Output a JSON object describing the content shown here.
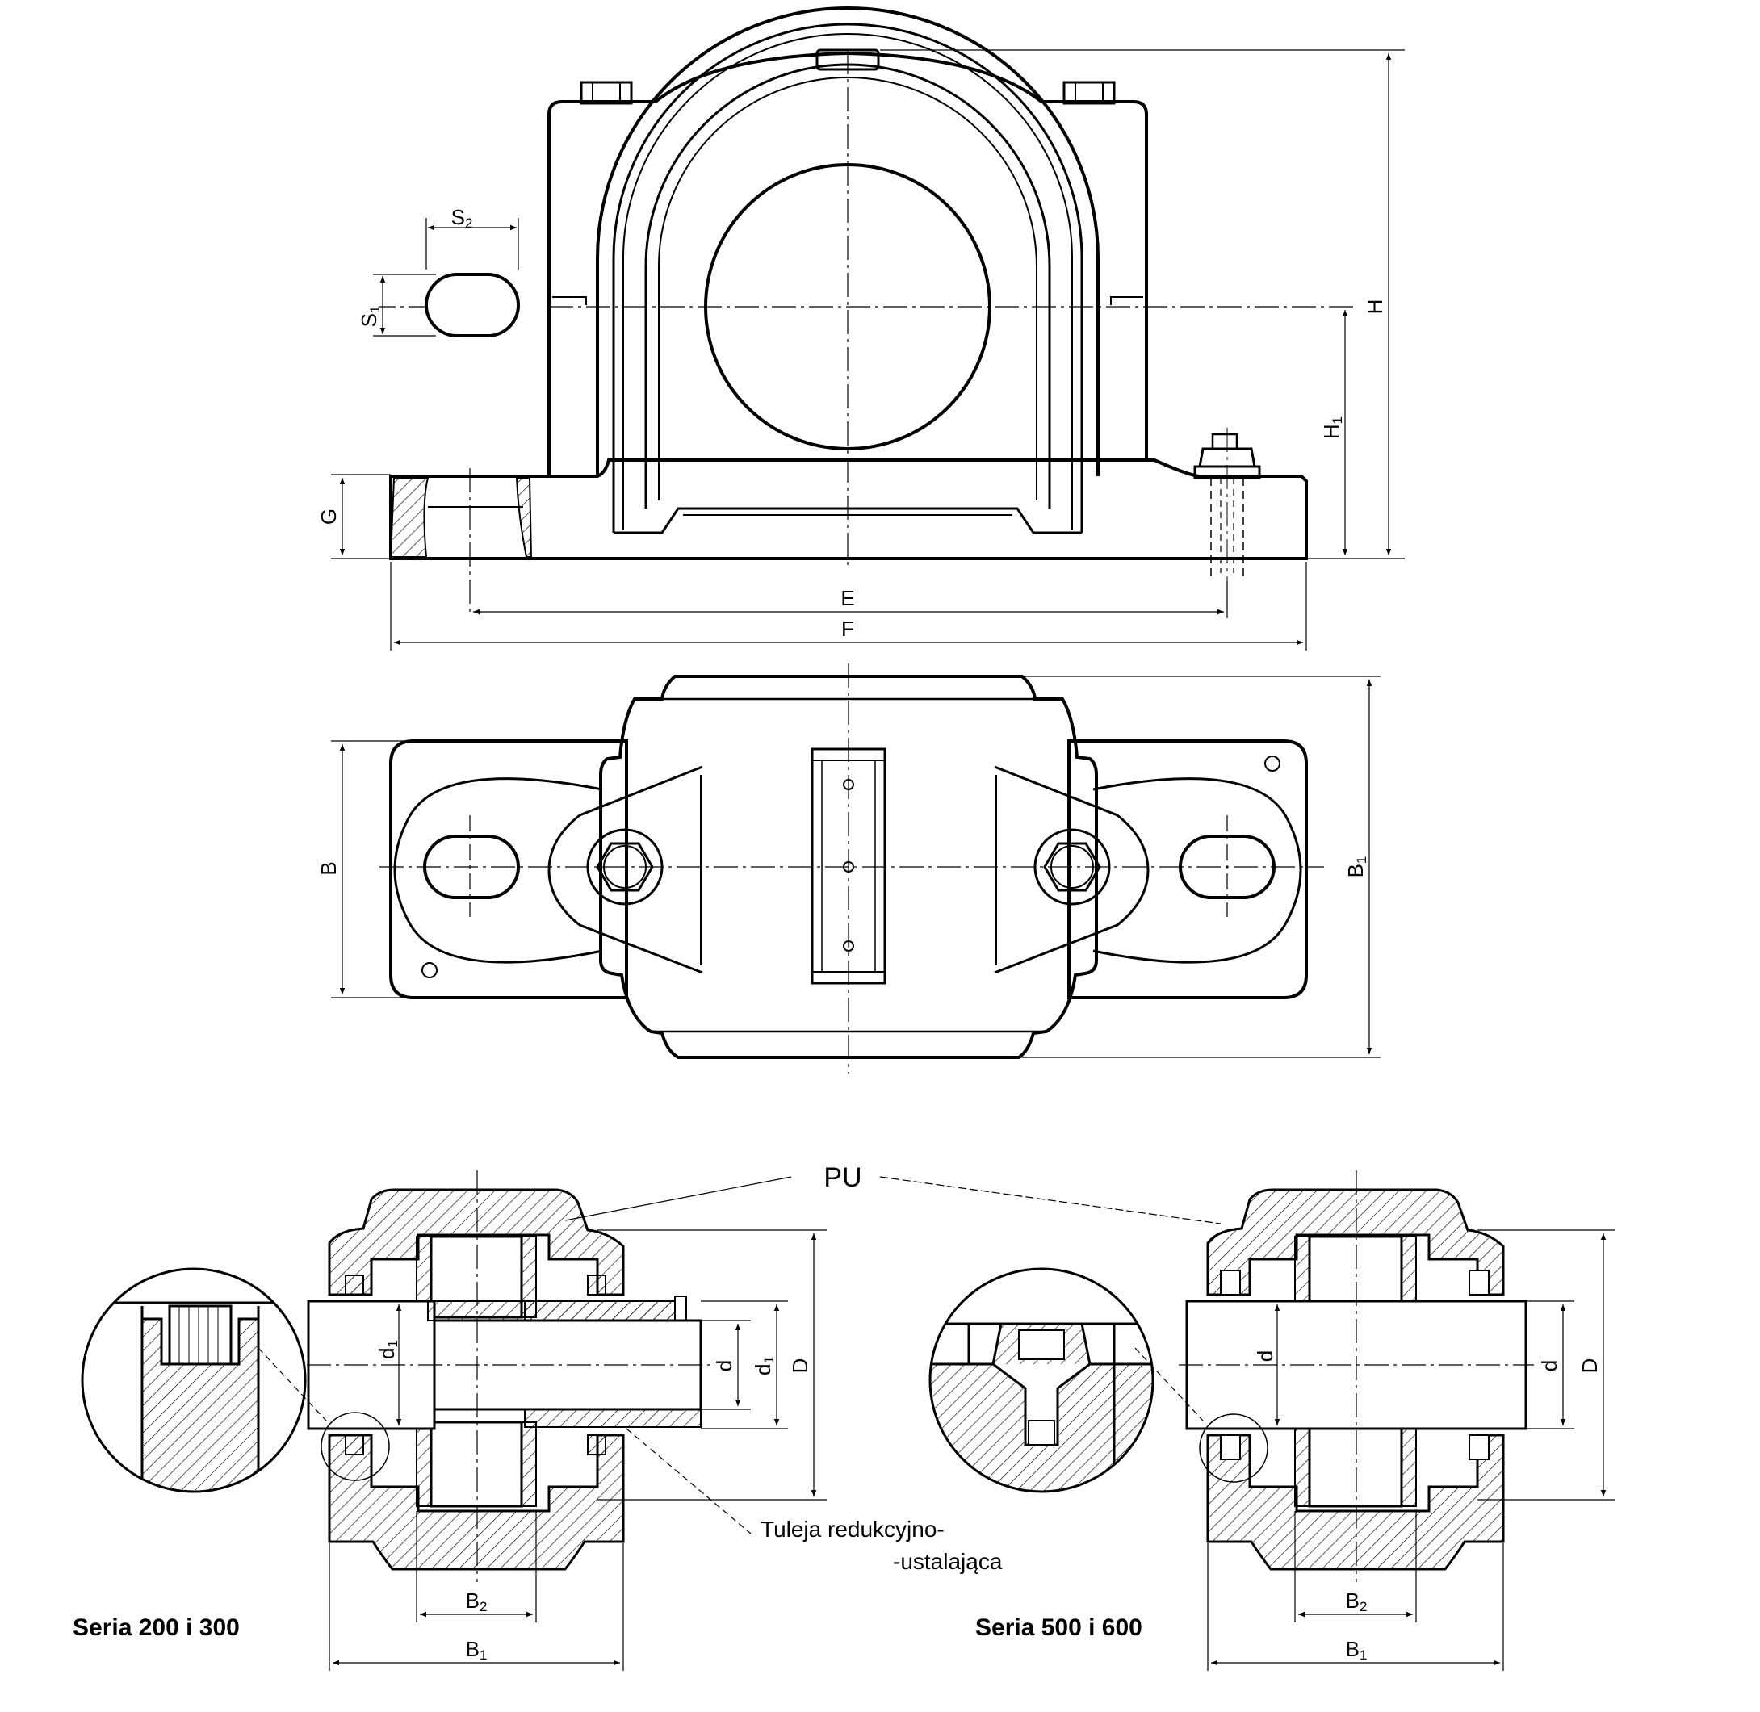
{
  "dimensions": {
    "S2": {
      "main": "S",
      "sub": "2"
    },
    "S1": {
      "main": "S",
      "sub": "1"
    },
    "H": {
      "main": "H"
    },
    "H1": {
      "main": "H",
      "sub": "1"
    },
    "G": {
      "main": "G"
    },
    "E": {
      "main": "E"
    },
    "F": {
      "main": "F"
    },
    "B": {
      "main": "B"
    },
    "B1_plan": {
      "main": "B",
      "sub": "1"
    },
    "d1_left": {
      "main": "d",
      "sub": "1"
    },
    "d_left": {
      "main": "d"
    },
    "d1_left_outer": {
      "main": "d",
      "sub": "1"
    },
    "D_left": {
      "main": "D"
    },
    "B2_left": {
      "main": "B",
      "sub": "2"
    },
    "B1_left": {
      "main": "B",
      "sub": "1"
    },
    "d_right_inner": {
      "main": "d"
    },
    "d_right": {
      "main": "d"
    },
    "D_right": {
      "main": "D"
    },
    "B2_right": {
      "main": "B",
      "sub": "2"
    },
    "B1_right": {
      "main": "B",
      "sub": "1"
    }
  },
  "labels": {
    "pu": "PU",
    "sleeve_line1": "Tuleja redukcyjno-",
    "sleeve_line2": "-ustalająca",
    "series_left": "Seria 200 i 300",
    "series_right": "Seria 500 i 600"
  }
}
